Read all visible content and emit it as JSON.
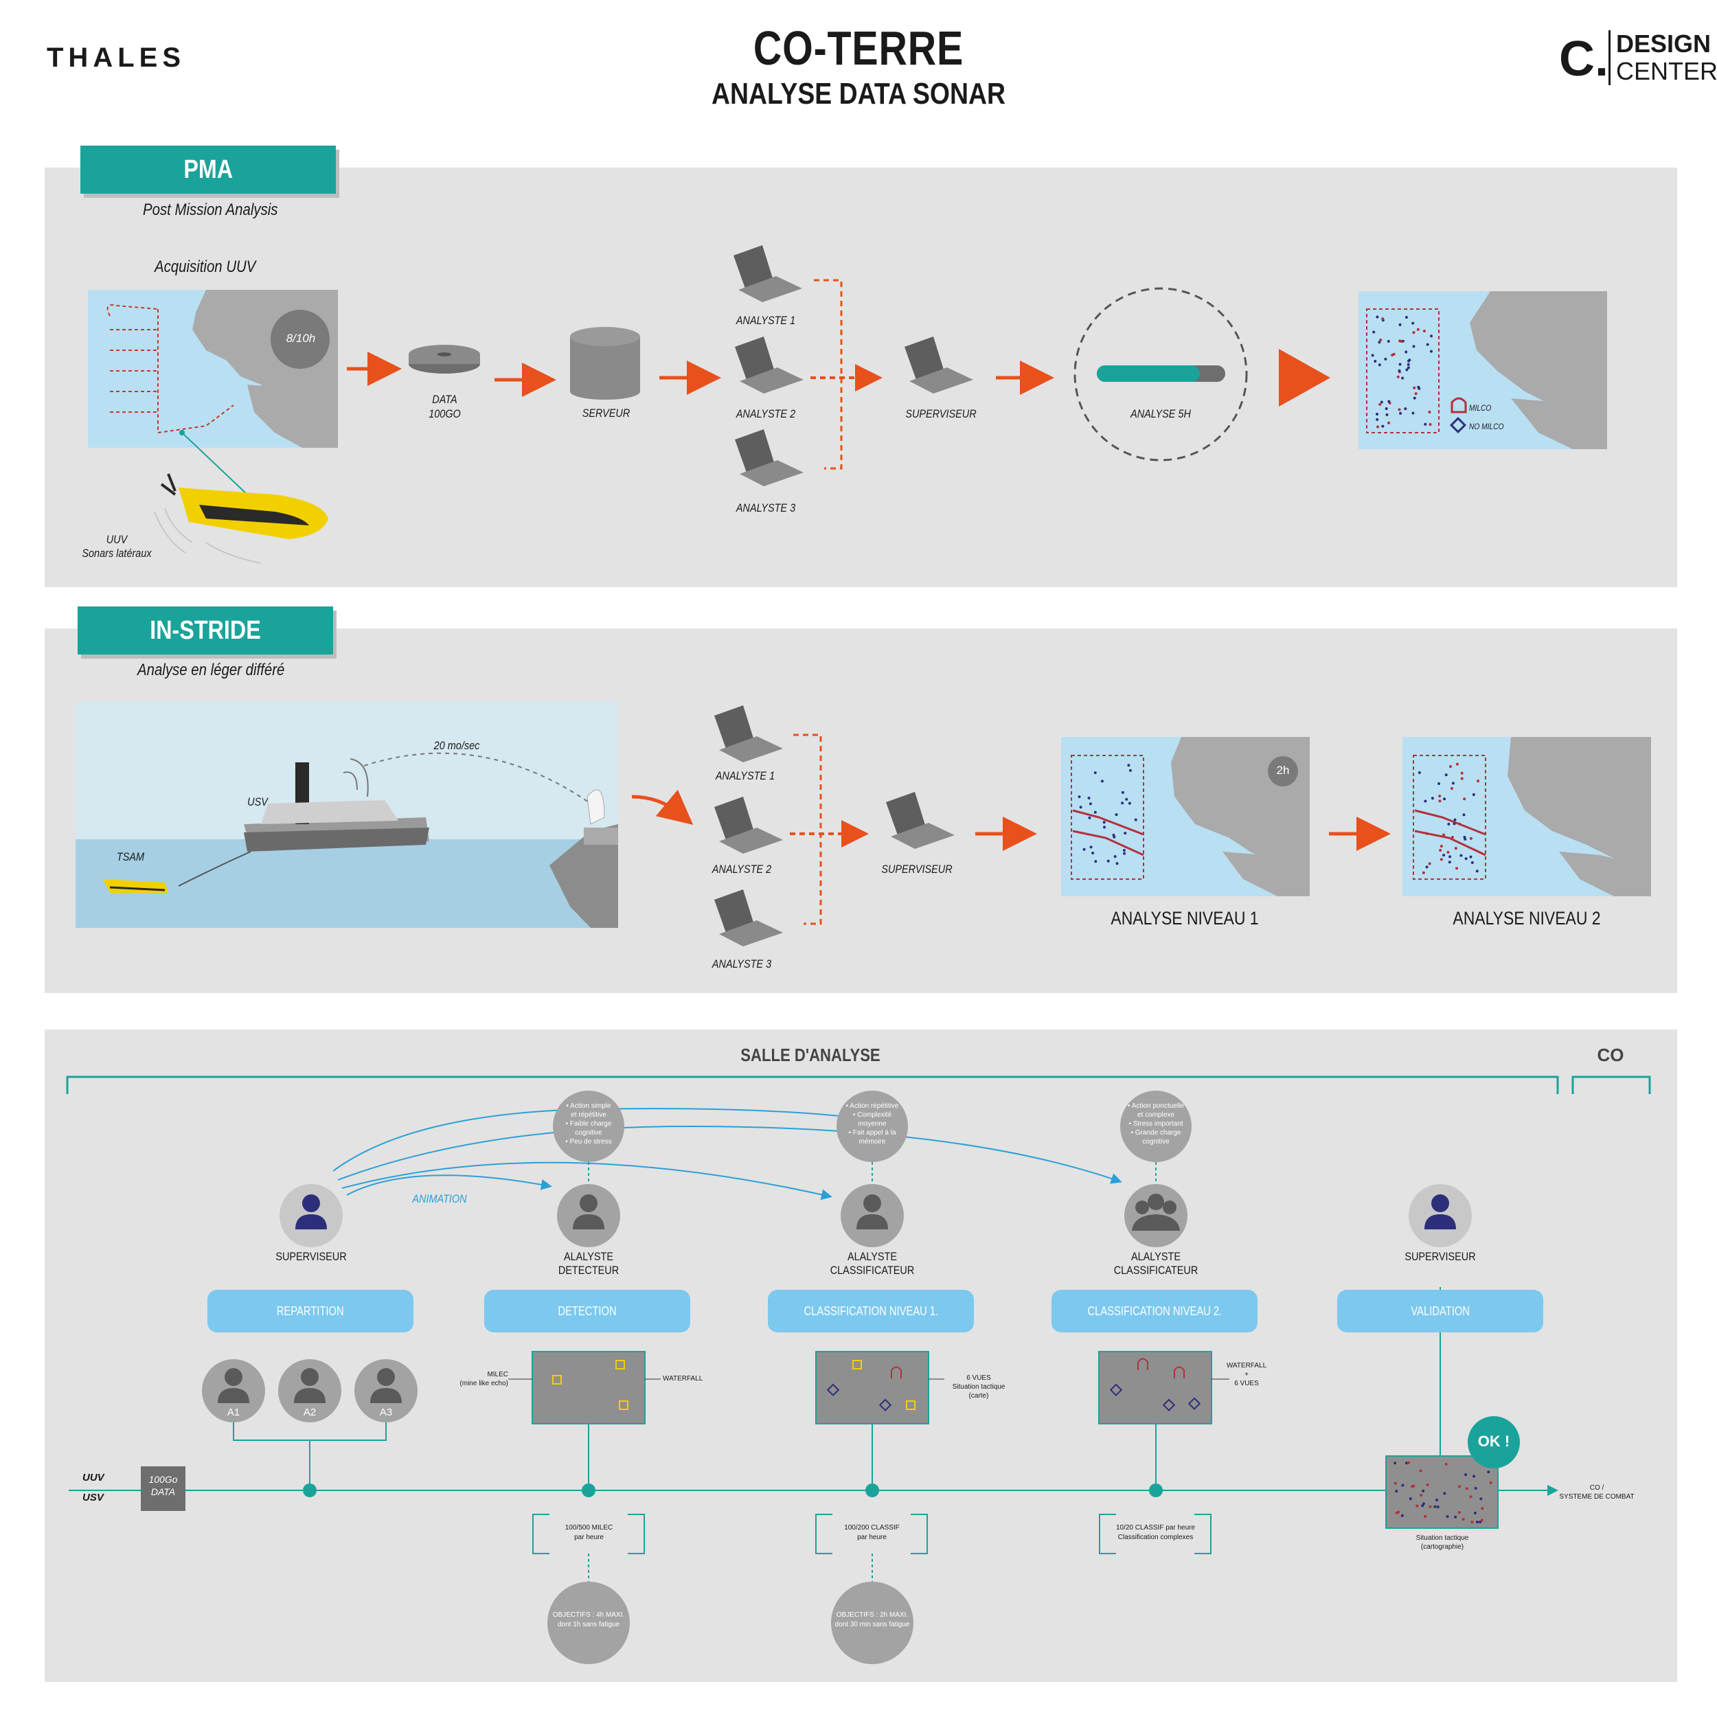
{
  "header": {
    "company": "THALES",
    "title": "CO-TERRE",
    "subtitle": "ANALYSE DATA SONAR",
    "design_center_mark": "C.",
    "design_center_line1": "DESIGN",
    "design_center_line2": "CENTER"
  },
  "colors": {
    "teal": "#1aa39a",
    "orange": "#e8501c",
    "panel": "#e3e3e3",
    "sea": "#b9dff3",
    "land": "#aaaaaa",
    "role_button": "#7cc8ee",
    "milco": "#b3303a",
    "no_milco": "#2d2f7a"
  },
  "pma": {
    "tag": "PMA",
    "caption": "Post Mission Analysis",
    "acquisition": "Acquisition UUV",
    "duration_badge": "8/10h",
    "uuv_label_1": "UUV",
    "uuv_label_2": "Sonars latéraux",
    "data_label_1": "DATA",
    "data_label_2": "100GO",
    "server": "SERVEUR",
    "analysts": [
      "ANALYSTE 1",
      "ANALYSTE 2",
      "ANALYSTE 3"
    ],
    "supervisor": "SUPERVISEUR",
    "analysis_duration": "ANALYSE 5H",
    "legend_milco": "MILCO",
    "legend_no_milco": "NO MILCO"
  },
  "instride": {
    "tag": "IN-STRIDE",
    "caption": "Analyse en léger différé",
    "rate": "20 mo/sec",
    "usv": "USV",
    "tsam": "TSAM",
    "analysts": [
      "ANALYSTE 1",
      "ANALYSTE 2",
      "ANALYSTE 3"
    ],
    "supervisor": "SUPERVISEUR",
    "time_badge": "2h",
    "level1": "ANALYSE NIVEAU 1",
    "level2": "ANALYSE NIVEAU 2"
  },
  "room": {
    "title": "SALLE D'ANALYSE",
    "co": "CO",
    "animation": "ANIMATION",
    "bubbles": [
      [
        "• Action simple",
        "et répétitive",
        "• Faible charge",
        "cognitive",
        "• Peu de stress"
      ],
      [
        "• Action répétitive",
        "• Complexité",
        "moyenne",
        "• Fait appel à la",
        "mémoire"
      ],
      [
        "• Action ponctuelle",
        "et complexe",
        "• Stress important",
        "• Grande charge",
        "cognitive"
      ]
    ],
    "roles": [
      {
        "label_1": "SUPERVISEUR",
        "label_2": "",
        "button": "REPARTITION"
      },
      {
        "label_1": "ALALYSTE",
        "label_2": "DETECTEUR",
        "button": "DETECTION"
      },
      {
        "label_1": "ALALYSTE",
        "label_2": "CLASSIFICATEUR",
        "button": "CLASSIFICATION NIVEAU 1."
      },
      {
        "label_1": "ALALYSTE",
        "label_2": "CLASSIFICATEUR",
        "button": "CLASSIFICATION NIVEAU 2."
      },
      {
        "label_1": "SUPERVISEUR",
        "label_2": "",
        "button": "VALIDATION"
      }
    ],
    "team": [
      "A1",
      "A2",
      "A3"
    ],
    "screen_notes": {
      "milec_1": "MILEC",
      "milec_2": "(mine like echo)",
      "waterfall": "WATERFALL",
      "six_views": "6 VUES",
      "tactical_1": "Situation tactique",
      "tactical_2": "(carte)",
      "waterfall_plus": "+",
      "six_views_2": "6 VUES"
    },
    "uuv": "UUV",
    "usv": "USV",
    "data_1": "100Go",
    "data_2": "DATA",
    "rates": [
      [
        "100/500 MILEC",
        "par heure"
      ],
      [
        "100/200 CLASSIF",
        "par heure"
      ],
      [
        "10/20 CLASSIF par heure",
        "Classification complexes"
      ]
    ],
    "objectives": [
      [
        "OBJECTIFS : 4h MAXI.",
        "dont 1h sans fatigue"
      ],
      [
        "OBJECTIFS : 2h MAXI.",
        "dont 30 min sans fatigue"
      ]
    ],
    "ok": "OK !",
    "final_1": "Situation tactique",
    "final_2": "(cartographie)",
    "output_1": "CO /",
    "output_2": "SYSTEME DE COMBAT"
  }
}
